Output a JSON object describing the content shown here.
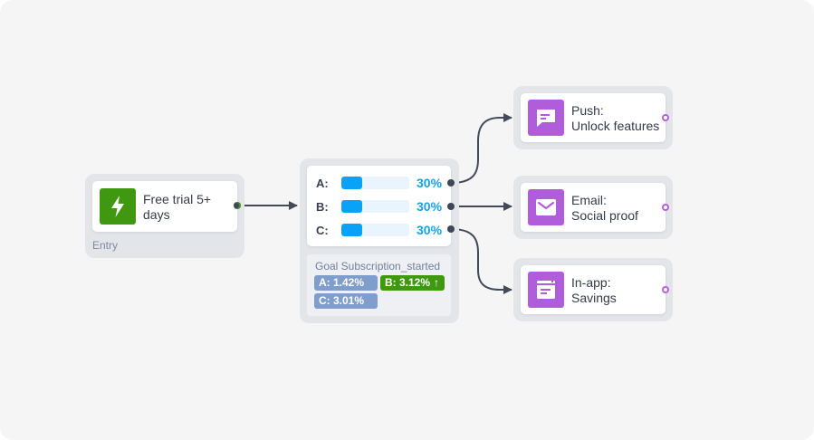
{
  "colors": {
    "canvas_bg": "#f5f5f6",
    "node_outer": "#e3e5e9",
    "entry_icon": "#3f9810",
    "message_icon": "#b05ddb",
    "split_bar_fill": "#0aa2f6",
    "split_pct": "#1aa0e4",
    "goal_chip_neutral": "#7f9ecb",
    "goal_chip_winner": "#3f9810",
    "wire": "#434b5b"
  },
  "entry_node": {
    "title": "Free trial 5+ days",
    "title_line1": "Free trial 5+",
    "title_line2": "days",
    "footer": "Entry",
    "icon": "lightning-bolt-icon"
  },
  "split_node": {
    "variants": [
      {
        "label": "A:",
        "percent": "30%",
        "fill": 30
      },
      {
        "label": "B:",
        "percent": "30%",
        "fill": 30
      },
      {
        "label": "C:",
        "percent": "30%",
        "fill": 30
      }
    ],
    "goal": {
      "title": "Goal Subscription_started",
      "results": [
        {
          "label": "A: 1.42%",
          "winner": false
        },
        {
          "label": "B: 3.12%",
          "winner": true,
          "indicator": "↑"
        },
        {
          "label": "C: 3.01%",
          "winner": false
        }
      ]
    }
  },
  "message_nodes": [
    {
      "type_label": "Push:",
      "name": "Unlock features",
      "icon": "chat-message-icon"
    },
    {
      "type_label": "Email:",
      "name": "Social proof",
      "icon": "envelope-icon"
    },
    {
      "type_label": "In-app:",
      "name": "Savings",
      "icon": "in-app-window-icon"
    }
  ]
}
